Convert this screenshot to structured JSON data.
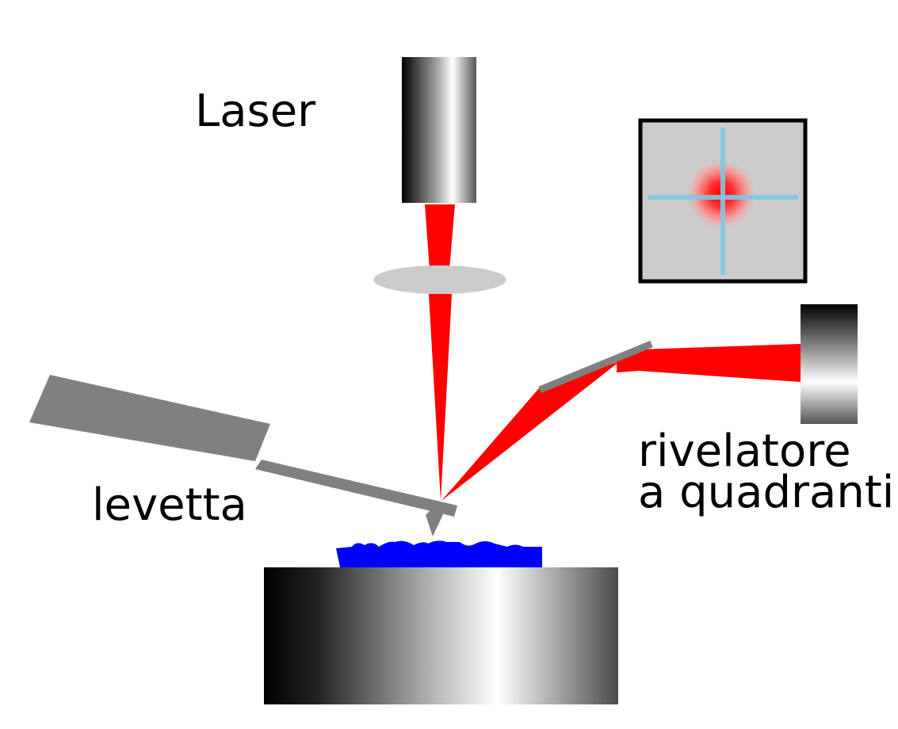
{
  "labels": {
    "laser": "Laser",
    "cantilever": "levetta",
    "detector_line1": "rivelatore",
    "detector_line2": "a quadranti"
  },
  "colors": {
    "beam": "#ff0000",
    "sample": "#0000ff",
    "cantilever": "#808080",
    "lens": "#cccccc",
    "detector_face": "#cccccc",
    "crosshair": "#7ec8e3",
    "spot": "#ff0000"
  },
  "icons": {
    "laser_source": "metallic-cylinder-icon",
    "lens": "lens-icon",
    "mirror": "mirror-icon",
    "detector": "photodiode-icon",
    "quadrant_view": "quadrant-spot-icon",
    "cantilever": "cantilever-icon",
    "sample": "sample-icon",
    "stage": "sample-stage-icon"
  }
}
